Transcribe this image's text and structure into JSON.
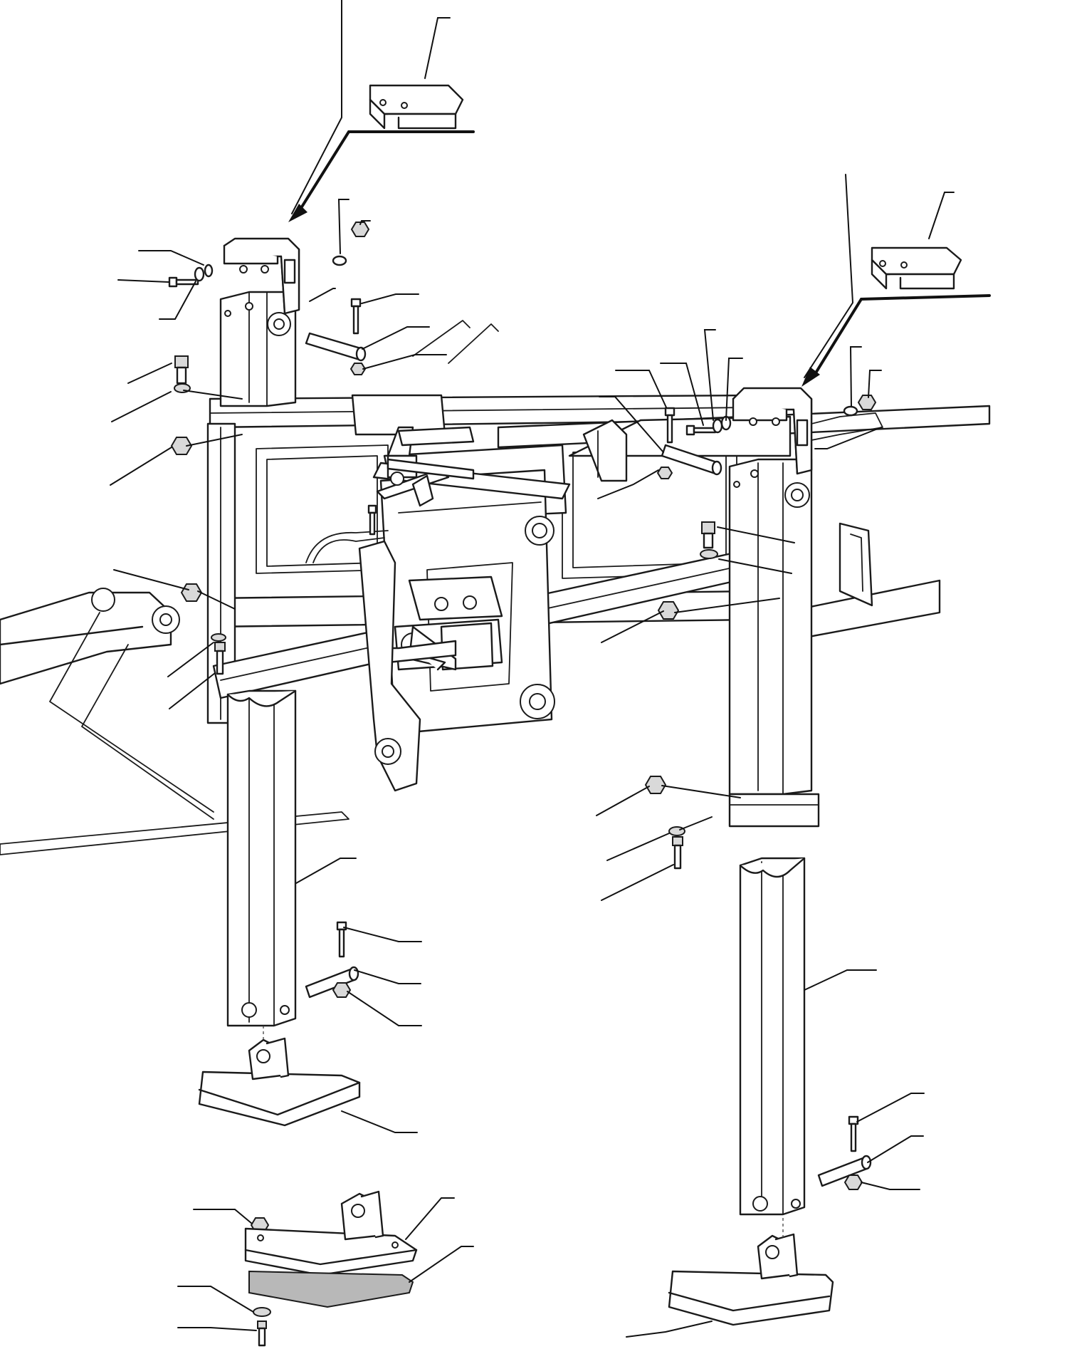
{
  "figure": {
    "kind": "exploded parts drawing",
    "callout_labels_printed": false
  },
  "components": [
    {
      "name": "cover-plate",
      "count": 2
    },
    {
      "name": "upper-mount-bracket",
      "count": 2
    },
    {
      "name": "frame-carriage",
      "count": 1
    },
    {
      "name": "boom-arm",
      "count": 1
    },
    {
      "name": "support-leg",
      "count": 2
    },
    {
      "name": "foot-pad",
      "count": 3
    },
    {
      "name": "rubber-pad",
      "count": 1
    },
    {
      "name": "pin",
      "count": 4
    },
    {
      "name": "bolt",
      "count": 10
    },
    {
      "name": "nut",
      "count": 10
    },
    {
      "name": "washer",
      "count": 8
    }
  ],
  "colors": {
    "line": "#1a1a1a",
    "background": "#ffffff",
    "shade": "#d9d9d9"
  }
}
